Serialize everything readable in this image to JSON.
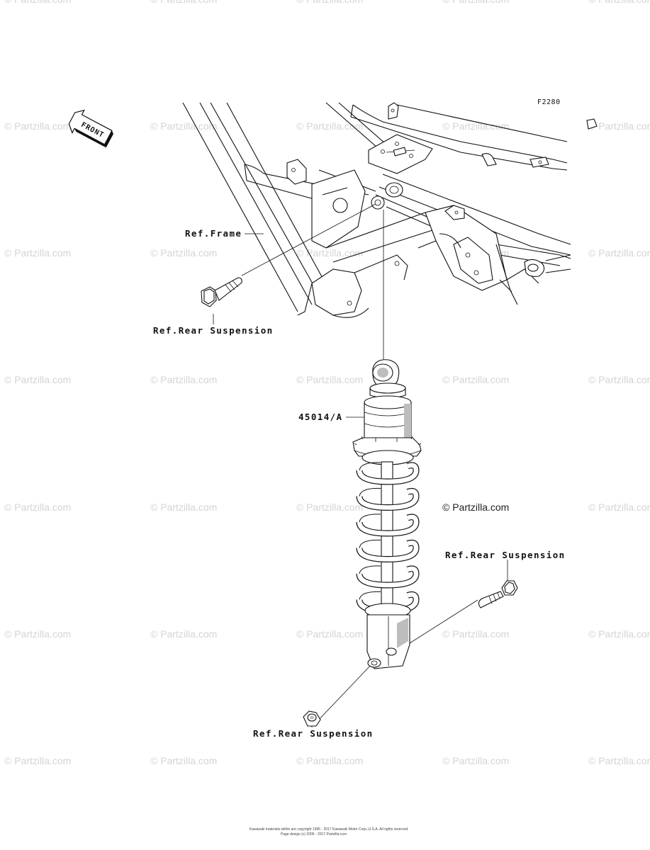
{
  "figure_code": "F2280",
  "front_arrow_label": "FRONT",
  "callouts": {
    "frame": "Ref.Frame",
    "rear_suspension_top": "Ref.Rear Suspension",
    "part_number": "45014/A",
    "rear_suspension_right": "Ref.Rear Suspension",
    "rear_suspension_bottom": "Ref.Rear Suspension"
  },
  "watermark": {
    "text": "© Partzilla.com",
    "highlight_text": "© Partzilla.com"
  },
  "footer": {
    "line1": "Kawasaki materials within are copyright 1995 - 2017 Kawasaki Motor Corp.,U.S.A. All rights reserved.",
    "line2": "Page design (c) 2005 - 2017 Partzilla.com"
  }
}
